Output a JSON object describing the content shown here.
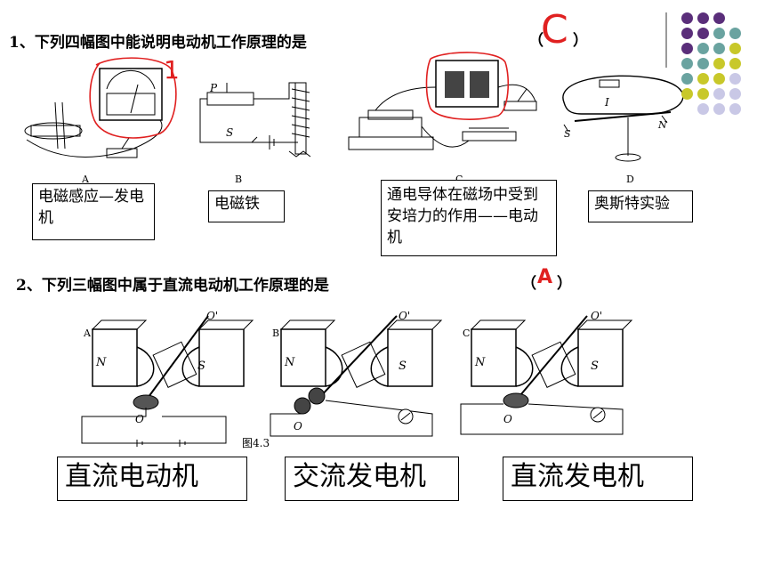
{
  "q1": {
    "text": "1、下列四幅图中能说明电动机工作原理的是",
    "paren_open": "（",
    "paren_close": "）",
    "answer": "C",
    "handwritten_mark": "1",
    "figure_labels": [
      "A",
      "B",
      "C",
      "D"
    ],
    "fig_b_letters": {
      "p": "P",
      "s": "S"
    },
    "fig_d_letters": {
      "i": "I",
      "s": "S",
      "n": "N"
    },
    "captions": [
      "电磁感应—发电机",
      "电磁铁",
      "通电导体在磁场中受到安培力的作用——电动机",
      "奥斯特实验"
    ]
  },
  "q2": {
    "text": "2、下列三幅图中属于直流电动机工作原理的是",
    "paren_open": "（",
    "paren_close": "）",
    "answer": "A",
    "figure_labels": [
      "A",
      "B",
      "C"
    ],
    "pole_n": "N",
    "pole_s": "S",
    "axis_top": "O'",
    "axis_bottom": "O",
    "figure_caption": "图4.3",
    "captions": [
      "直流电动机",
      "交流发电机",
      "直流发电机"
    ]
  },
  "colors": {
    "answer_red": "#e02020",
    "dot_purple": "#5a2e7a",
    "dot_teal": "#6aa3a0",
    "dot_yellow": "#c8c82a",
    "dot_lavender": "#c9c8e6"
  }
}
